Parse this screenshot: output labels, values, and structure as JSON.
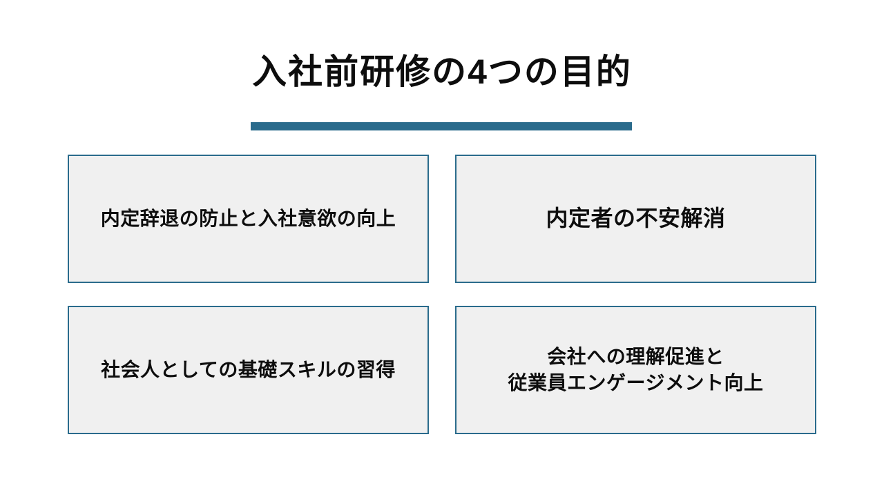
{
  "slide": {
    "title": "入社前研修の4つの目的",
    "boxes": [
      {
        "lines": [
          "内定辞退の防止と入社意欲の向上"
        ]
      },
      {
        "lines": [
          "内定者の不安解消"
        ]
      },
      {
        "lines": [
          "社会人としての基礎スキルの習得"
        ]
      },
      {
        "lines": [
          "会社への理解促進と",
          "従業員エンゲージメント向上"
        ]
      }
    ]
  },
  "colors": {
    "accent": "#2A6B8C",
    "box_fill": "#F0F0F0",
    "text": "#0D0D0D",
    "background": "#FFFFFF"
  }
}
